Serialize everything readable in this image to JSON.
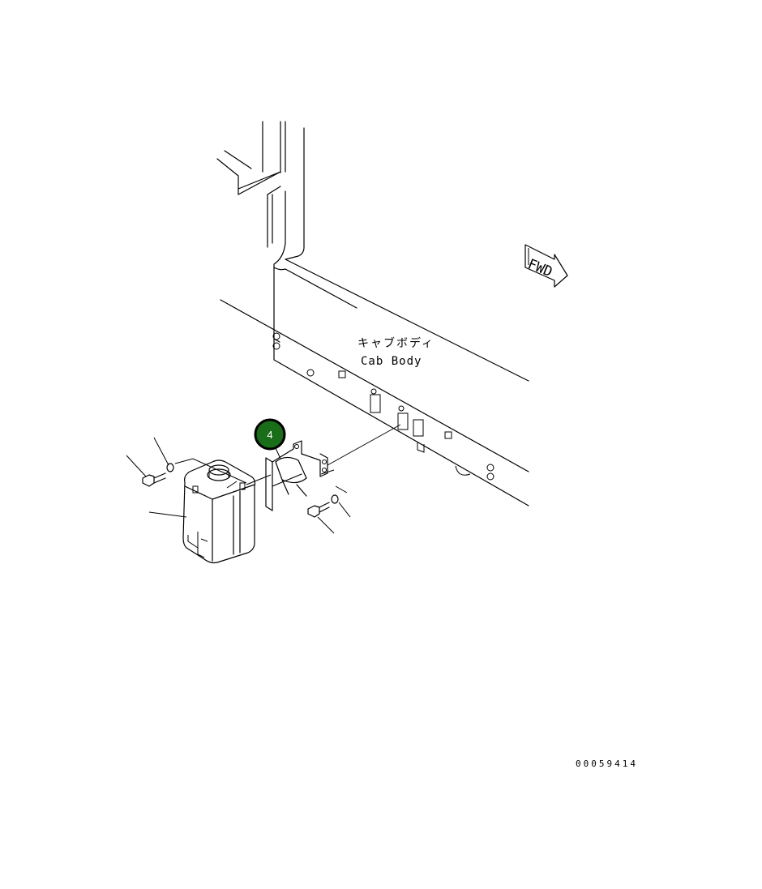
{
  "labels": {
    "cab_body_jp": "キャブボディ",
    "cab_body_en": "Cab Body",
    "fwd": "FWD",
    "drawing_number": "00059414"
  },
  "callouts": [
    {
      "number": "4",
      "color": "#1a6e1a"
    }
  ],
  "colors": {
    "line": "#000000",
    "callout_fill": "#1a6e1a",
    "callout_ring": "#000000",
    "background": "#ffffff"
  }
}
